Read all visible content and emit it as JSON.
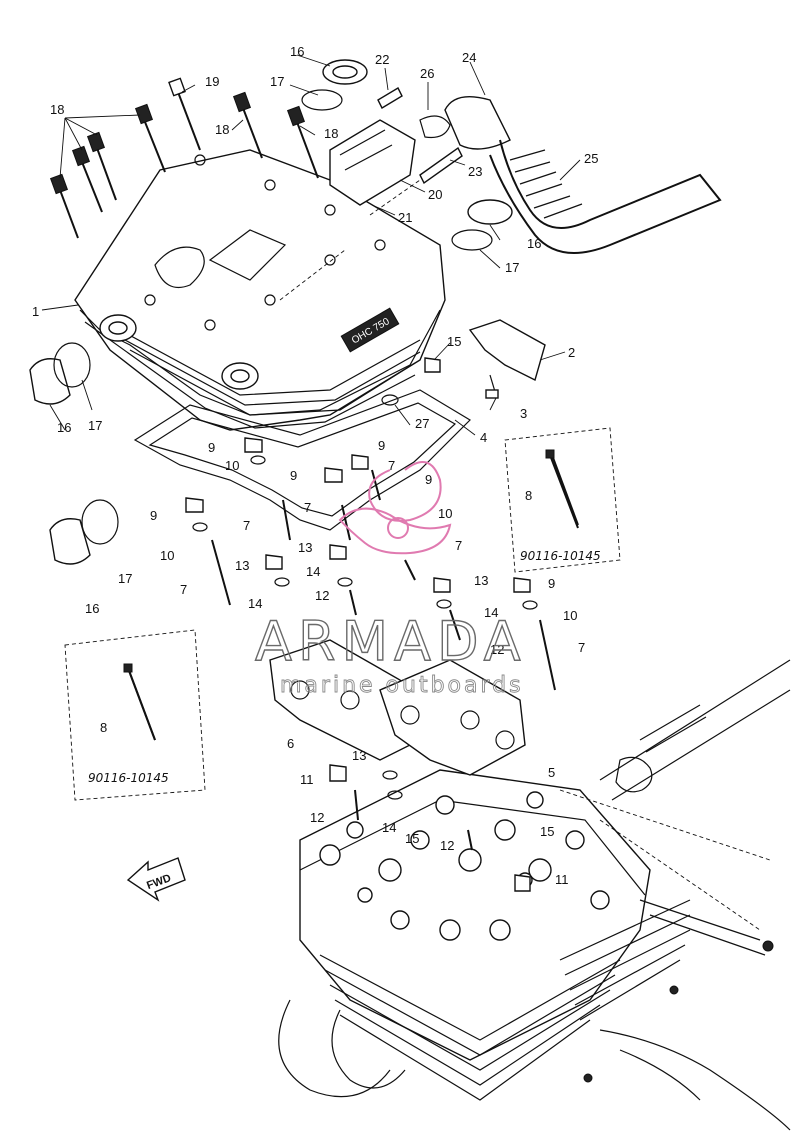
{
  "diagram": {
    "callouts": [
      {
        "id": "c1",
        "text": "1"
      },
      {
        "id": "c2",
        "text": "2"
      },
      {
        "id": "c3",
        "text": "3"
      },
      {
        "id": "c4",
        "text": "4"
      },
      {
        "id": "c5",
        "text": "5"
      },
      {
        "id": "c6",
        "text": "6"
      },
      {
        "id": "c7a",
        "text": "7"
      },
      {
        "id": "c7b",
        "text": "7"
      },
      {
        "id": "c7c",
        "text": "7"
      },
      {
        "id": "c7d",
        "text": "7"
      },
      {
        "id": "c7e",
        "text": "7"
      },
      {
        "id": "c7f",
        "text": "7"
      },
      {
        "id": "c8a",
        "text": "8"
      },
      {
        "id": "c8b",
        "text": "8"
      },
      {
        "id": "c9a",
        "text": "9"
      },
      {
        "id": "c9b",
        "text": "9"
      },
      {
        "id": "c9c",
        "text": "9"
      },
      {
        "id": "c9d",
        "text": "9"
      },
      {
        "id": "c9e",
        "text": "9"
      },
      {
        "id": "c9f",
        "text": "9"
      },
      {
        "id": "c10a",
        "text": "10"
      },
      {
        "id": "c10b",
        "text": "10"
      },
      {
        "id": "c10c",
        "text": "10"
      },
      {
        "id": "c10d",
        "text": "10"
      },
      {
        "id": "c11a",
        "text": "11"
      },
      {
        "id": "c11b",
        "text": "11"
      },
      {
        "id": "c12a",
        "text": "12"
      },
      {
        "id": "c12b",
        "text": "12"
      },
      {
        "id": "c12c",
        "text": "12"
      },
      {
        "id": "c12d",
        "text": "12"
      },
      {
        "id": "c13a",
        "text": "13"
      },
      {
        "id": "c13b",
        "text": "13"
      },
      {
        "id": "c13c",
        "text": "13"
      },
      {
        "id": "c13d",
        "text": "13"
      },
      {
        "id": "c14a",
        "text": "14"
      },
      {
        "id": "c14b",
        "text": "14"
      },
      {
        "id": "c14c",
        "text": "14"
      },
      {
        "id": "c14d",
        "text": "14"
      },
      {
        "id": "c15a",
        "text": "15"
      },
      {
        "id": "c15b",
        "text": "15"
      },
      {
        "id": "c15c",
        "text": "15"
      },
      {
        "id": "c16a",
        "text": "16"
      },
      {
        "id": "c16b",
        "text": "16"
      },
      {
        "id": "c16c",
        "text": "16"
      },
      {
        "id": "c16d",
        "text": "16"
      },
      {
        "id": "c17a",
        "text": "17"
      },
      {
        "id": "c17b",
        "text": "17"
      },
      {
        "id": "c17c",
        "text": "17"
      },
      {
        "id": "c17d",
        "text": "17"
      },
      {
        "id": "c18a",
        "text": "18"
      },
      {
        "id": "c18b",
        "text": "18"
      },
      {
        "id": "c18c",
        "text": "18"
      },
      {
        "id": "c19",
        "text": "19"
      },
      {
        "id": "c20",
        "text": "20"
      },
      {
        "id": "c21",
        "text": "21"
      },
      {
        "id": "c22",
        "text": "22"
      },
      {
        "id": "c23",
        "text": "23"
      },
      {
        "id": "c24",
        "text": "24"
      },
      {
        "id": "c25",
        "text": "25"
      },
      {
        "id": "c26",
        "text": "26"
      },
      {
        "id": "c27",
        "text": "27"
      }
    ],
    "part_ref_right": "90116-10145",
    "part_ref_left": "90116-10145",
    "fwd_label": "FWD",
    "cover_badge": "OHC 750"
  },
  "watermark": {
    "brand": "ARMADA",
    "tagline": "marine outboards",
    "logo_color": "#e07ab0"
  }
}
